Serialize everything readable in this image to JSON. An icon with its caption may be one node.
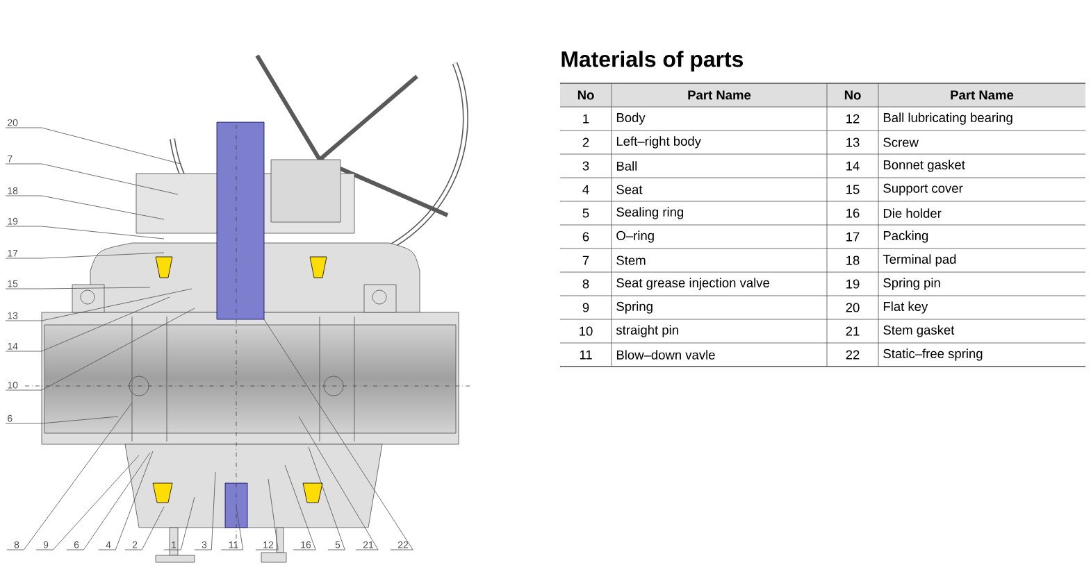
{
  "diagram": {
    "title": "Materials of parts",
    "nodes": [
      {
        "text": [
          "20"
        ]
      },
      {
        "text": [
          "7"
        ]
      },
      {
        "text": [
          "18"
        ]
      },
      {
        "text": [
          "19"
        ]
      },
      {
        "text": [
          "17"
        ]
      },
      {
        "text": [
          "15"
        ]
      },
      {
        "text": [
          "13"
        ]
      },
      {
        "text": [
          "14"
        ]
      },
      {
        "text": [
          "10"
        ]
      },
      {
        "text": [
          "6"
        ]
      },
      {
        "text": [
          "8"
        ]
      },
      {
        "text": [
          "9"
        ]
      },
      {
        "text": [
          "6"
        ]
      },
      {
        "text": [
          "4"
        ]
      },
      {
        "text": [
          "2"
        ]
      },
      {
        "text": [
          "1"
        ]
      },
      {
        "text": [
          "3"
        ]
      },
      {
        "text": [
          "11"
        ]
      },
      {
        "text": [
          "12"
        ]
      },
      {
        "text": [
          "16"
        ]
      },
      {
        "text": [
          "5"
        ]
      },
      {
        "text": [
          "21"
        ]
      },
      {
        "text": [
          "22"
        ]
      }
    ],
    "edges": [
      {
        "from": 0,
        "to": null,
        "arrow": "none"
      },
      {
        "from": 1,
        "to": null,
        "arrow": "none"
      },
      {
        "from": 2,
        "to": null,
        "arrow": "none"
      },
      {
        "from": 3,
        "to": null,
        "arrow": "none"
      },
      {
        "from": 4,
        "to": null,
        "arrow": "none"
      },
      {
        "from": 5,
        "to": null,
        "arrow": "none"
      },
      {
        "from": 6,
        "to": null,
        "arrow": "none"
      },
      {
        "from": 7,
        "to": null,
        "arrow": "none"
      },
      {
        "from": 8,
        "to": null,
        "arrow": "none"
      },
      {
        "from": 9,
        "to": null,
        "arrow": "none"
      },
      {
        "from": 10,
        "to": null,
        "arrow": "none"
      },
      {
        "from": 11,
        "to": null,
        "arrow": "none"
      },
      {
        "from": 12,
        "to": null,
        "arrow": "none"
      },
      {
        "from": 13,
        "to": null,
        "arrow": "none"
      },
      {
        "from": 14,
        "to": null,
        "arrow": "none"
      },
      {
        "from": 15,
        "to": null,
        "arrow": "none"
      },
      {
        "from": 16,
        "to": null,
        "arrow": "none"
      },
      {
        "from": 17,
        "to": null,
        "arrow": "none"
      },
      {
        "from": 18,
        "to": null,
        "arrow": "none"
      },
      {
        "from": 19,
        "to": null,
        "arrow": "none"
      },
      {
        "from": 20,
        "to": null,
        "arrow": "none"
      },
      {
        "from": 21,
        "to": null,
        "arrow": "none"
      },
      {
        "from": 22,
        "to": null,
        "arrow": "none"
      }
    ],
    "labels": [
      "No",
      "Part Name",
      "No",
      "Part Name",
      "1",
      "Body",
      "12",
      "Ball lubricating bearing",
      "2",
      "Left–right body",
      "13",
      "Screw",
      "3",
      "Ball",
      "14",
      "Bonnet gasket",
      "4",
      "Seat",
      "15",
      "Support cover",
      "5",
      "Sealing ring",
      "16",
      "Die holder",
      "6",
      "O–ring",
      "17",
      "Packing",
      "7",
      "Stem",
      "18",
      "Terminal pad",
      "8",
      "Seat grease injection valve",
      "19",
      "Spring pin",
      "9",
      "Spring",
      "20",
      "Flat key",
      "10",
      "straight pin",
      "21",
      "Stem gasket",
      "11",
      "Blow–down vavle",
      "22",
      "Static–free spring"
    ]
  }
}
